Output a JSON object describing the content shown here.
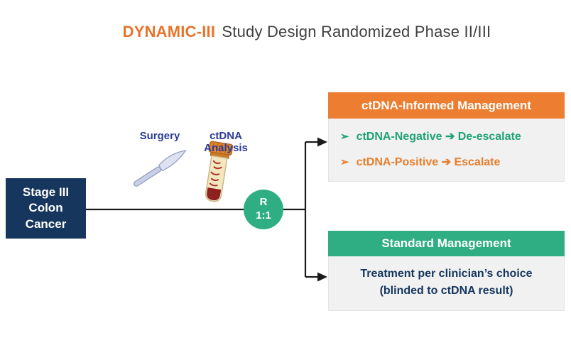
{
  "title": {
    "highlight": "DYNAMIC-III",
    "rest": "Study Design Randomized Phase II/III"
  },
  "stage_box": {
    "lines": [
      "Stage III",
      "Colon",
      "Cancer"
    ]
  },
  "flow_labels": {
    "surgery": "Surgery",
    "ctdna_analysis": "ctDNA Analysis"
  },
  "randomization": {
    "letter": "R",
    "ratio": "1:1"
  },
  "ctdna_informed_box": {
    "header": "ctDNA-Informed Management",
    "bullets": [
      {
        "marker": "➢",
        "text": "ctDNA-Negative ➔ De-escalate",
        "color": "#1FA376"
      },
      {
        "marker": "➢",
        "text": "ctDNA-Positive ➔ Escalate",
        "color": "#E87D2B"
      }
    ]
  },
  "standard_box": {
    "header": "Standard Management",
    "body_lines": [
      "Treatment per clinician’s choice",
      "(blinded to ctDNA result)"
    ]
  },
  "icons": {
    "surgery": "scalpel-icon",
    "ctdna_analysis": "test-tube-icon",
    "bullet": "arrowhead-bullet-icon"
  },
  "colors": {
    "title_accent": "#E8732A",
    "title_text": "#404040",
    "navy": "#16365D",
    "green": "#2FAE84",
    "orange_header": "#ED7D31",
    "label_blue": "#2B3C97",
    "panel_gray": "#F1F1F1",
    "line_black": "#1A1A1A",
    "bullet_green": "#1FA376",
    "bullet_orange": "#E87D2B"
  }
}
